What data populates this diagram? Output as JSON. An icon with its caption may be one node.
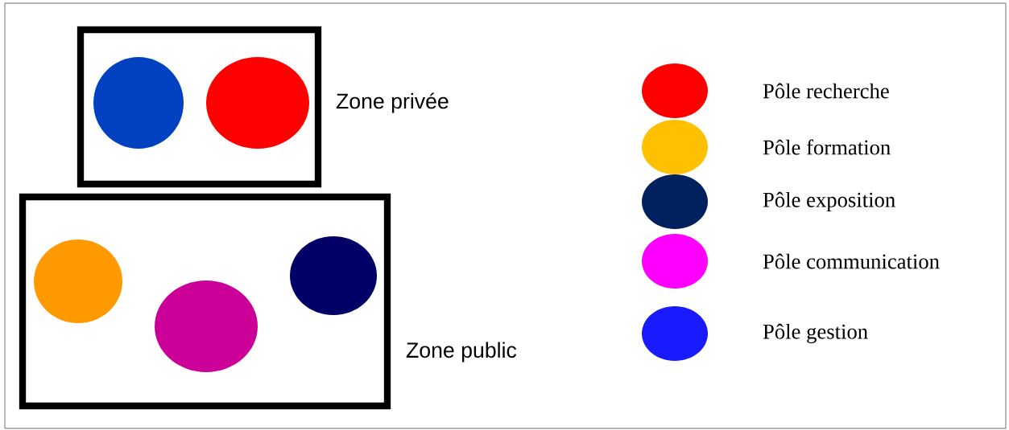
{
  "diagram": {
    "nodes": [
      {
        "text": [
          "Zone privée"
        ]
      },
      {
        "text": [],
        "shape": "circle",
        "in": 0
      },
      {
        "text": [],
        "shape": "circle",
        "in": 0
      },
      {
        "text": [
          "Zone public"
        ]
      },
      {
        "text": [],
        "shape": "circle",
        "in": 3
      },
      {
        "text": [],
        "shape": "circle",
        "in": 3
      },
      {
        "text": [],
        "shape": "circle",
        "in": 3
      }
    ],
    "legend": [
      {
        "text": "Pôle recherche",
        "color": "#ff0000"
      },
      {
        "text": "Pôle formation",
        "color": "#ffc000"
      },
      {
        "text": "Pôle exposition",
        "color": "#002060"
      },
      {
        "text": "Pôle communication",
        "color": "#ff00ff"
      },
      {
        "text": "Pôle gestion",
        "color": "#1a1aff"
      }
    ]
  }
}
